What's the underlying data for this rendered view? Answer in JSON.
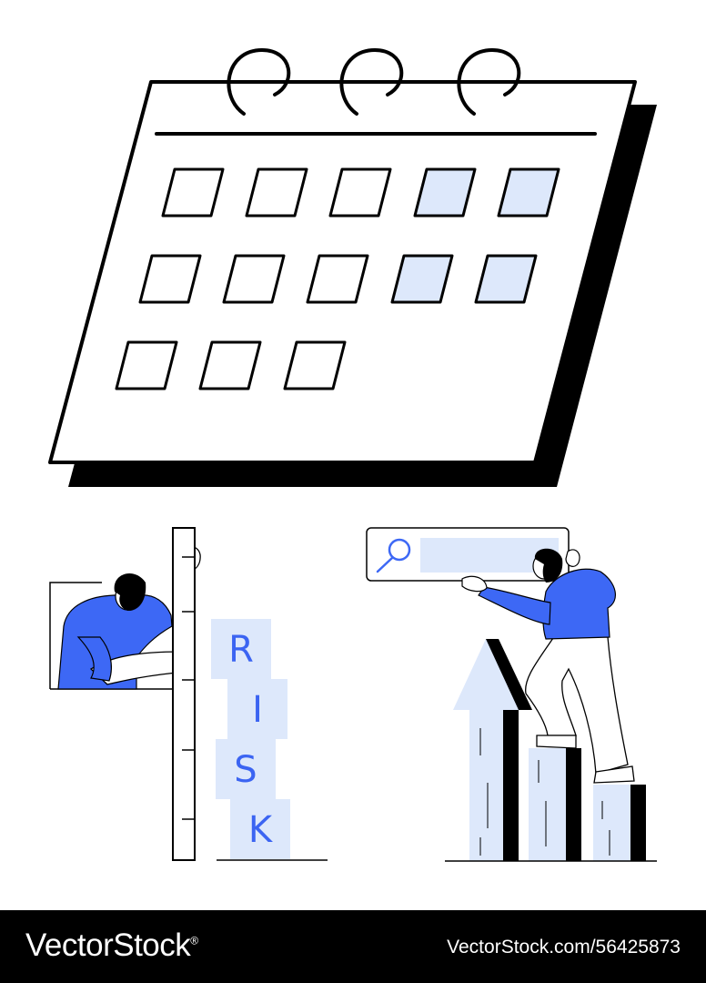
{
  "risk_blocks": {
    "letters": [
      "R",
      "I",
      "S",
      "K"
    ]
  },
  "footer": {
    "brand": "VectorStock",
    "brand_mark": "®",
    "image_id": "VectorStock.com/56425873",
    "background": "#000000"
  },
  "colors": {
    "accent_blue": "#3d68f5",
    "light_blue": "#dde8fb",
    "outline": "#000000"
  },
  "icons": [
    "search-icon"
  ]
}
